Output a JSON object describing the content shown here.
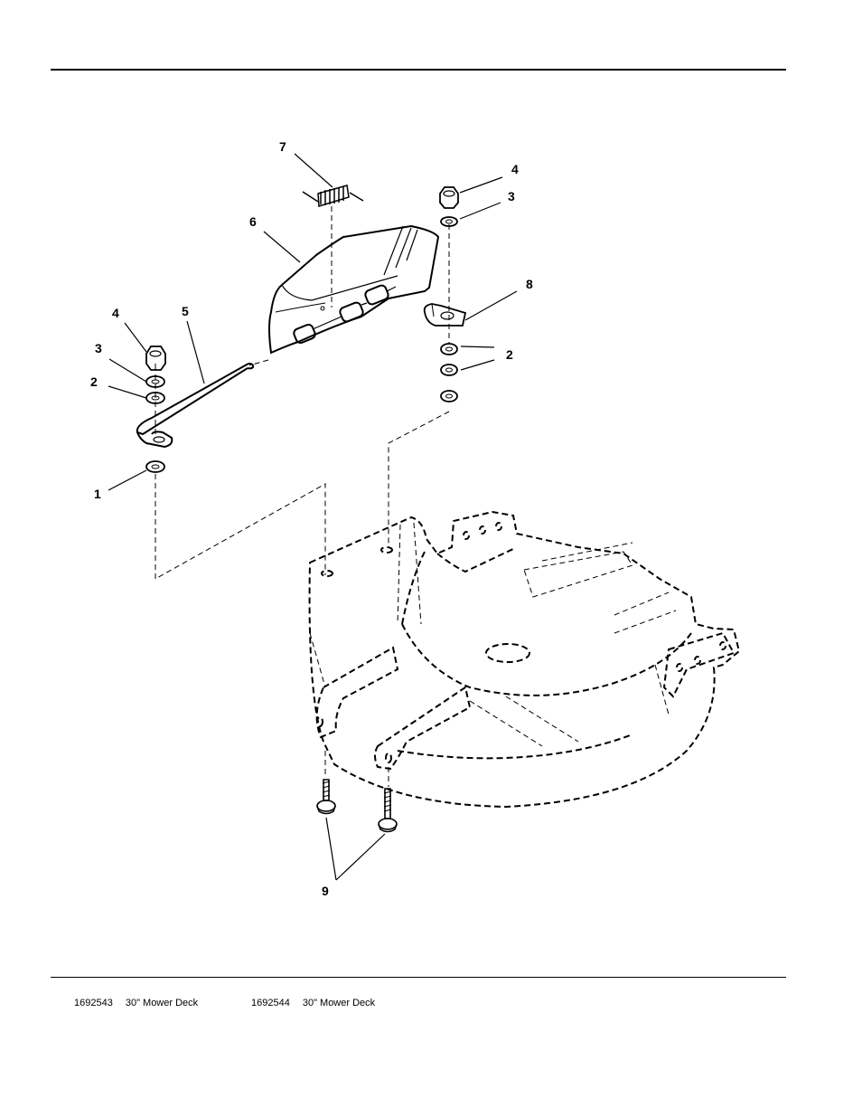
{
  "callouts": {
    "c1": "1",
    "c2a": "2",
    "c2b": "2",
    "c3a": "3",
    "c3b": "3",
    "c4a": "4",
    "c4b": "4",
    "c5": "5",
    "c6": "6",
    "c7": "7",
    "c8": "8",
    "c9": "9"
  },
  "footer": {
    "left": {
      "part_number": "1692543",
      "description": "30\" Mower Deck"
    },
    "right": {
      "part_number": "1692544",
      "description": "30\" Mower Deck"
    }
  }
}
